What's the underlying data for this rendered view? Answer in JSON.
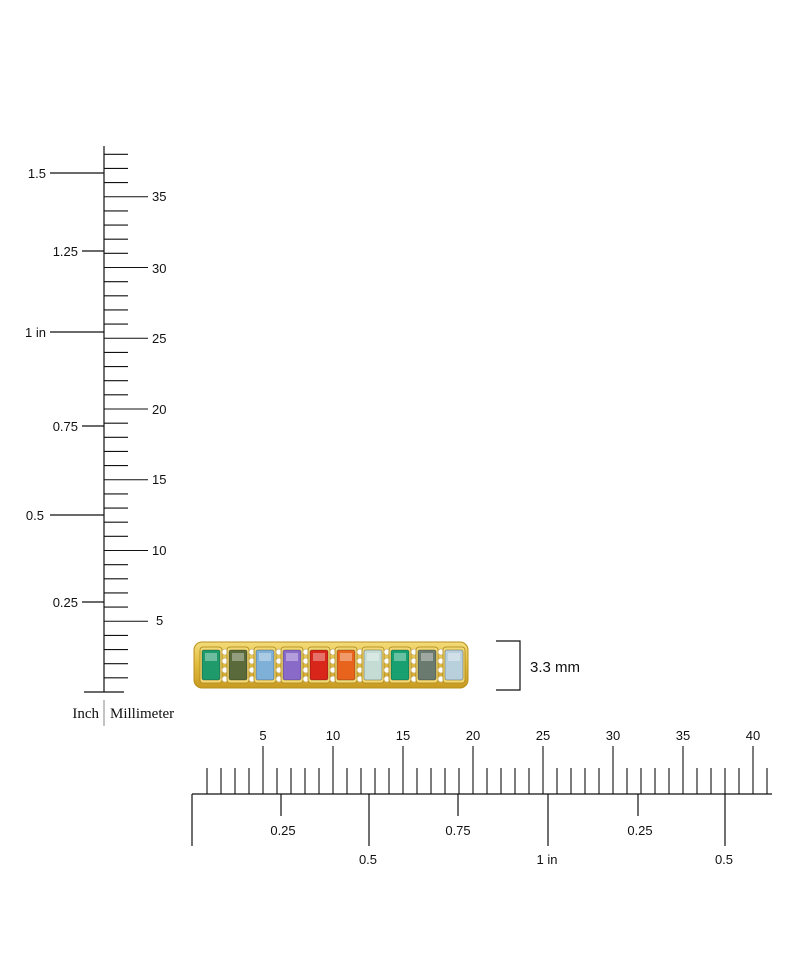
{
  "vertical_ruler": {
    "inch_labels": [
      "1.5",
      "1.25",
      "1 in",
      "0.75",
      "0.5",
      "0.25"
    ],
    "mm_labels": [
      "35",
      "30",
      "25",
      "20",
      "15",
      "10",
      "5"
    ],
    "inch_caption": "Inch",
    "mm_caption": "Millimeter"
  },
  "horizontal_ruler": {
    "mm_labels": [
      "5",
      "10",
      "15",
      "20",
      "25",
      "30",
      "35",
      "40"
    ],
    "inch_labels_row1": [
      "0.25",
      "0.75",
      "0.25"
    ],
    "inch_labels_row2": [
      "0.5",
      "1 in",
      "0.5"
    ]
  },
  "product": {
    "width_label": "3.3 mm",
    "stones": [
      {
        "name": "emerald",
        "color": "#1f9a6a"
      },
      {
        "name": "olive",
        "color": "#5a6a3a"
      },
      {
        "name": "aquamarine",
        "color": "#7fb0d8"
      },
      {
        "name": "amethyst",
        "color": "#8a6ac8"
      },
      {
        "name": "ruby",
        "color": "#d8261a"
      },
      {
        "name": "orange",
        "color": "#e8641c"
      },
      {
        "name": "mint",
        "color": "#c4dcd4"
      },
      {
        "name": "emerald-2",
        "color": "#18a070"
      },
      {
        "name": "smoky",
        "color": "#6a7a6e"
      },
      {
        "name": "ice",
        "color": "#b8d0dc"
      }
    ],
    "metal_color": "#e3c24a"
  }
}
